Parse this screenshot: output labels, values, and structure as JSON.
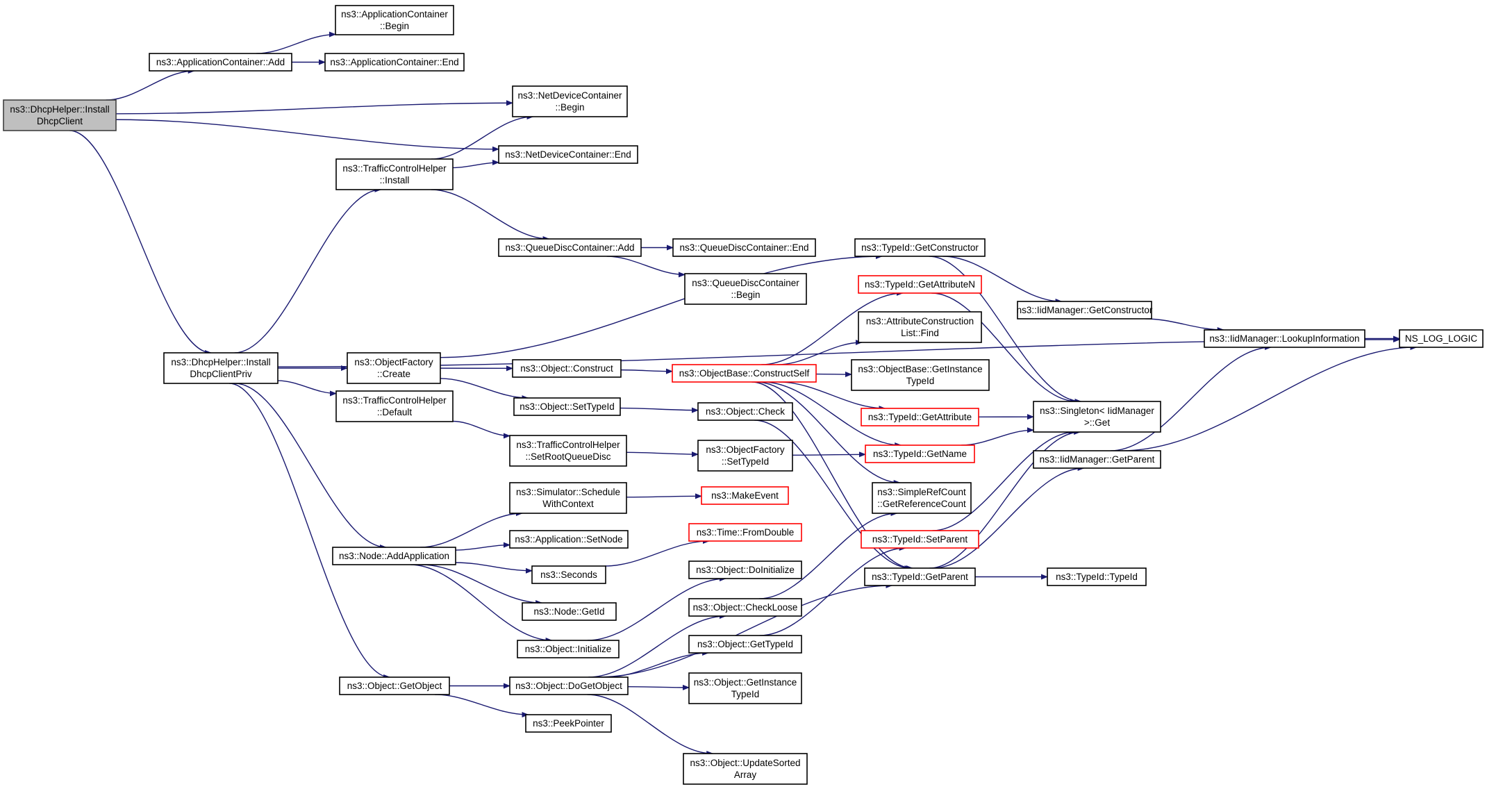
{
  "diagram": {
    "type": "call-graph",
    "colors": {
      "edge": "#191970",
      "box_border": "#000000",
      "truncated_border": "#ff0000",
      "root_fill": "#bfbfbf"
    },
    "nodes": [
      {
        "id": "n0",
        "lines": [
          "ns3::DhcpHelper::Install",
          "DhcpClient"
        ],
        "style": "root"
      },
      {
        "id": "n1",
        "lines": [
          "ns3::ApplicationContainer::Add"
        ]
      },
      {
        "id": "n2",
        "lines": [
          "ns3::ApplicationContainer",
          "::Begin"
        ]
      },
      {
        "id": "n3",
        "lines": [
          "ns3::ApplicationContainer::End"
        ]
      },
      {
        "id": "n4",
        "lines": [
          "ns3::NetDeviceContainer",
          "::Begin"
        ]
      },
      {
        "id": "n5",
        "lines": [
          "ns3::NetDeviceContainer::End"
        ]
      },
      {
        "id": "n6",
        "lines": [
          "ns3::TrafficControlHelper",
          "::Install"
        ]
      },
      {
        "id": "n7",
        "lines": [
          "ns3::QueueDiscContainer::Add"
        ]
      },
      {
        "id": "n8",
        "lines": [
          "ns3::QueueDiscContainer::End"
        ]
      },
      {
        "id": "n9",
        "lines": [
          "ns3::QueueDiscContainer",
          "::Begin"
        ]
      },
      {
        "id": "n10",
        "lines": [
          "ns3::DhcpHelper::Install",
          "DhcpClientPriv"
        ]
      },
      {
        "id": "n11",
        "lines": [
          "ns3::ObjectFactory",
          "::Create"
        ]
      },
      {
        "id": "n12",
        "lines": [
          "ns3::TrafficControlHelper",
          "::Default"
        ]
      },
      {
        "id": "n13",
        "lines": [
          "ns3::Node::AddApplication"
        ]
      },
      {
        "id": "n14",
        "lines": [
          "ns3::Object::GetObject"
        ]
      },
      {
        "id": "n15",
        "lines": [
          "ns3::Object::Construct"
        ]
      },
      {
        "id": "n16",
        "lines": [
          "ns3::Object::SetTypeId"
        ]
      },
      {
        "id": "n17",
        "lines": [
          "ns3::TrafficControlHelper",
          "::SetRootQueueDisc"
        ]
      },
      {
        "id": "n18",
        "lines": [
          "ns3::Simulator::Schedule",
          "WithContext"
        ]
      },
      {
        "id": "n19",
        "lines": [
          "ns3::Application::SetNode"
        ]
      },
      {
        "id": "n20",
        "lines": [
          "ns3::Seconds"
        ]
      },
      {
        "id": "n21",
        "lines": [
          "ns3::Node::GetId"
        ]
      },
      {
        "id": "n22",
        "lines": [
          "ns3::Object::Initialize"
        ]
      },
      {
        "id": "n23",
        "lines": [
          "ns3::Object::DoGetObject"
        ]
      },
      {
        "id": "n24",
        "lines": [
          "ns3::PeekPointer"
        ]
      },
      {
        "id": "n25",
        "lines": [
          "ns3::ObjectBase::ConstructSelf"
        ],
        "style": "red"
      },
      {
        "id": "n26",
        "lines": [
          "ns3::Object::Check"
        ]
      },
      {
        "id": "n27",
        "lines": [
          "ns3::ObjectFactory",
          "::SetTypeId"
        ]
      },
      {
        "id": "n28",
        "lines": [
          "ns3::MakeEvent"
        ],
        "style": "red"
      },
      {
        "id": "n29",
        "lines": [
          "ns3::Time::FromDouble"
        ],
        "style": "red"
      },
      {
        "id": "n30",
        "lines": [
          "ns3::Object::DoInitialize"
        ]
      },
      {
        "id": "n31",
        "lines": [
          "ns3::Object::CheckLoose"
        ]
      },
      {
        "id": "n32",
        "lines": [
          "ns3::Object::GetTypeId"
        ]
      },
      {
        "id": "n33",
        "lines": [
          "ns3::Object::GetInstance",
          "TypeId"
        ]
      },
      {
        "id": "n34",
        "lines": [
          "ns3::Object::UpdateSorted",
          "Array"
        ]
      },
      {
        "id": "n35",
        "lines": [
          "ns3::TypeId::GetConstructor"
        ]
      },
      {
        "id": "n36",
        "lines": [
          "ns3::TypeId::GetAttributeN"
        ],
        "style": "red"
      },
      {
        "id": "n37",
        "lines": [
          "ns3::AttributeConstruction",
          "List::Find"
        ]
      },
      {
        "id": "n38",
        "lines": [
          "ns3::ObjectBase::GetInstance",
          "TypeId"
        ]
      },
      {
        "id": "n39",
        "lines": [
          "ns3::TypeId::GetAttribute"
        ],
        "style": "red"
      },
      {
        "id": "n40",
        "lines": [
          "ns3::TypeId::GetName"
        ],
        "style": "red"
      },
      {
        "id": "n41",
        "lines": [
          "ns3::SimpleRefCount",
          "::GetReferenceCount"
        ]
      },
      {
        "id": "n42",
        "lines": [
          "ns3::TypeId::SetParent"
        ],
        "style": "red"
      },
      {
        "id": "n43",
        "lines": [
          "ns3::TypeId::GetParent"
        ]
      },
      {
        "id": "n44",
        "lines": [
          "ns3::IidManager::GetConstructor"
        ]
      },
      {
        "id": "n45",
        "lines": [
          "ns3::Singleton< IidManager",
          " >::Get"
        ]
      },
      {
        "id": "n46",
        "lines": [
          "ns3::IidManager::GetParent"
        ]
      },
      {
        "id": "n47",
        "lines": [
          "ns3::TypeId::TypeId"
        ]
      },
      {
        "id": "n48",
        "lines": [
          "ns3::IidManager::LookupInformation"
        ]
      },
      {
        "id": "n49",
        "lines": [
          "NS_LOG_LOGIC"
        ]
      }
    ],
    "edges": [
      [
        "n0",
        "n1"
      ],
      [
        "n0",
        "n4"
      ],
      [
        "n0",
        "n5"
      ],
      [
        "n0",
        "n10"
      ],
      [
        "n1",
        "n2"
      ],
      [
        "n1",
        "n3"
      ],
      [
        "n6",
        "n4"
      ],
      [
        "n6",
        "n5"
      ],
      [
        "n6",
        "n7"
      ],
      [
        "n7",
        "n8"
      ],
      [
        "n7",
        "n9"
      ],
      [
        "n10",
        "n6"
      ],
      [
        "n10",
        "n49"
      ],
      [
        "n10",
        "n11"
      ],
      [
        "n10",
        "n12"
      ],
      [
        "n10",
        "n13"
      ],
      [
        "n10",
        "n14"
      ],
      [
        "n11",
        "n35"
      ],
      [
        "n11",
        "n15"
      ],
      [
        "n11",
        "n16"
      ],
      [
        "n15",
        "n25"
      ],
      [
        "n16",
        "n26"
      ],
      [
        "n12",
        "n17"
      ],
      [
        "n17",
        "n27"
      ],
      [
        "n27",
        "n40"
      ],
      [
        "n13",
        "n18"
      ],
      [
        "n13",
        "n19"
      ],
      [
        "n13",
        "n20"
      ],
      [
        "n13",
        "n21"
      ],
      [
        "n13",
        "n22"
      ],
      [
        "n18",
        "n28"
      ],
      [
        "n20",
        "n29"
      ],
      [
        "n22",
        "n30"
      ],
      [
        "n14",
        "n23"
      ],
      [
        "n14",
        "n24"
      ],
      [
        "n23",
        "n31"
      ],
      [
        "n23",
        "n32"
      ],
      [
        "n23",
        "n33"
      ],
      [
        "n23",
        "n34"
      ],
      [
        "n23",
        "n43"
      ],
      [
        "n31",
        "n41"
      ],
      [
        "n32",
        "n42"
      ],
      [
        "n26",
        "n43"
      ],
      [
        "n25",
        "n36"
      ],
      [
        "n25",
        "n37"
      ],
      [
        "n25",
        "n38"
      ],
      [
        "n25",
        "n39"
      ],
      [
        "n25",
        "n40"
      ],
      [
        "n25",
        "n41"
      ],
      [
        "n25",
        "n43"
      ],
      [
        "n35",
        "n44"
      ],
      [
        "n35",
        "n45"
      ],
      [
        "n36",
        "n45"
      ],
      [
        "n39",
        "n45"
      ],
      [
        "n40",
        "n45"
      ],
      [
        "n42",
        "n45"
      ],
      [
        "n43",
        "n45"
      ],
      [
        "n43",
        "n46"
      ],
      [
        "n43",
        "n47"
      ],
      [
        "n44",
        "n48"
      ],
      [
        "n46",
        "n48"
      ],
      [
        "n46",
        "n49"
      ],
      [
        "n48",
        "n49"
      ]
    ]
  }
}
